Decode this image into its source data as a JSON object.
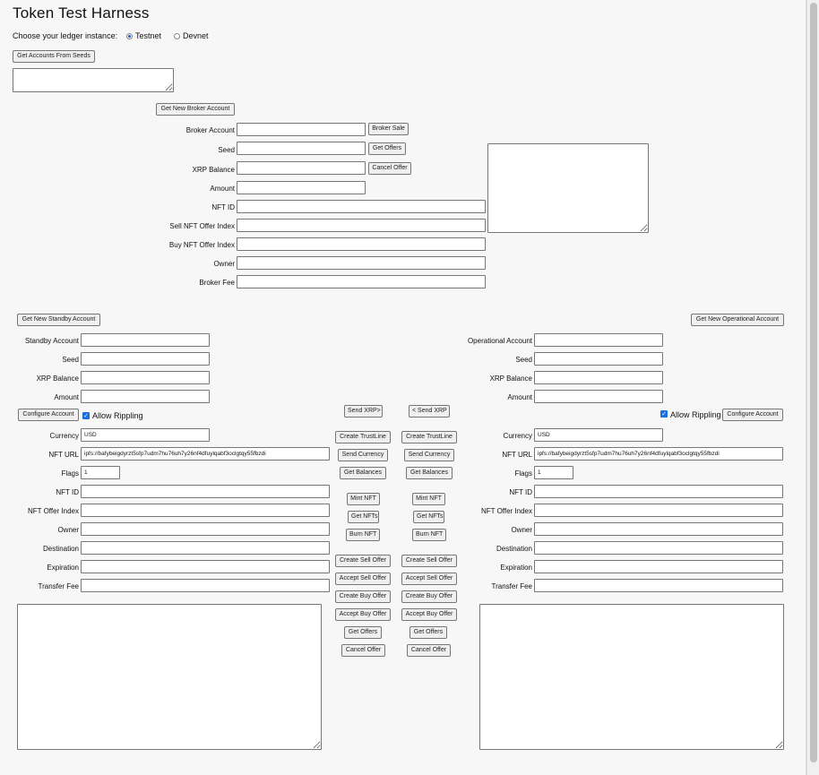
{
  "page": {
    "title": "Token Test Harness",
    "ledger_prompt": "Choose your ledger instance:",
    "ledger_options": [
      "Testnet",
      "Devnet"
    ],
    "ledger_selected": "Testnet"
  },
  "seeds": {
    "button": "Get Accounts From Seeds",
    "value": ""
  },
  "broker": {
    "new_account_button": "Get New Broker Account",
    "labels": {
      "account": "Broker Account",
      "seed": "Seed",
      "xrp_balance": "XRP Balance",
      "amount": "Amount",
      "nft_id": "NFT ID",
      "sell_offer_index": "Sell NFT Offer Index",
      "buy_offer_index": "Buy NFT Offer Index",
      "owner": "Owner",
      "broker_fee": "Broker Fee"
    },
    "buttons": {
      "broker_sale": "Broker Sale",
      "get_offers": "Get Offers",
      "cancel_offer": "Cancel Offer"
    },
    "values": {
      "account": "",
      "seed": "",
      "xrp_balance": "",
      "amount": "",
      "nft_id": "",
      "sell_offer_index": "",
      "buy_offer_index": "",
      "owner": "",
      "broker_fee": ""
    },
    "results": ""
  },
  "standby": {
    "new_account_button": "Get New Standby Account",
    "configure_button": "Configure Account",
    "allow_rippling": "Allow Rippling",
    "labels": {
      "account": "Standby Account",
      "seed": "Seed",
      "xrp_balance": "XRP Balance",
      "amount": "Amount",
      "currency": "Currency",
      "nft_url": "NFT URL",
      "flags": "Flags",
      "nft_id": "NFT ID",
      "nft_offer_index": "NFT Offer Index",
      "owner": "Owner",
      "destination": "Destination",
      "expiration": "Expiration",
      "transfer_fee": "Transfer Fee"
    },
    "values": {
      "account": "",
      "seed": "",
      "xrp_balance": "",
      "amount": "",
      "currency": "USD",
      "nft_url": "ipfs://bafybeigdyrzt5sfp7udm7hu76uh7y26nf4dfuylqabf3oclgtqy55fbzdi",
      "flags": "1",
      "nft_id": "",
      "nft_offer_index": "",
      "owner": "",
      "destination": "",
      "expiration": "",
      "transfer_fee": ""
    },
    "buttons": {
      "send_xrp": "Send XRP>",
      "create_trustline": "Create TrustLine",
      "send_currency": "Send Currency",
      "get_balances": "Get Balances",
      "mint_nft": "Mint NFT",
      "get_nfts": "Get NFTs",
      "burn_nft": "Burn NFT",
      "create_sell_offer": "Create Sell Offer",
      "accept_sell_offer": "Accept Sell Offer",
      "create_buy_offer": "Create Buy Offer",
      "accept_buy_offer": "Accept Buy Offer",
      "get_offers": "Get Offers",
      "cancel_offer": "Cancel Offer"
    },
    "results": ""
  },
  "operational": {
    "new_account_button": "Get New Operational Account",
    "configure_button": "Configure Account",
    "allow_rippling": "Allow Rippling",
    "labels": {
      "account": "Operational Account",
      "seed": "Seed",
      "xrp_balance": "XRP Balance",
      "amount": "Amount",
      "currency": "Currency",
      "nft_url": "NFT URL",
      "flags": "Flags",
      "nft_id": "NFT ID",
      "nft_offer_index": "NFT Offer Index",
      "owner": "Owner",
      "destination": "Destination",
      "expiration": "Expiration",
      "transfer_fee": "Transfer Fee"
    },
    "values": {
      "account": "",
      "seed": "",
      "xrp_balance": "",
      "amount": "",
      "currency": "USD",
      "nft_url": "ipfs://bafybeigdyrzt5sfp7udm7hu76uh7y26nf4dfuylqabf3oclgtqy55fbzdi",
      "flags": "1",
      "nft_id": "",
      "nft_offer_index": "",
      "owner": "",
      "destination": "",
      "expiration": "",
      "transfer_fee": ""
    },
    "buttons": {
      "send_xrp": "< Send XRP",
      "create_trustline": "Create TrustLine",
      "send_currency": "Send Currency",
      "get_balances": "Get Balances",
      "mint_nft": "Mint NFT",
      "get_nfts": "Get NFTs",
      "burn_nft": "Burn NFT",
      "create_sell_offer": "Create Sell Offer",
      "accept_sell_offer": "Accept Sell Offer",
      "create_buy_offer": "Create Buy Offer",
      "accept_buy_offer": "Accept Buy Offer",
      "get_offers": "Get Offers",
      "cancel_offer": "Cancel Offer"
    },
    "results": ""
  },
  "colors": {
    "page_bg": "#f7f7f7",
    "button_bg": "#efefef",
    "border": "#767676",
    "accent": "#1a6fe0"
  }
}
